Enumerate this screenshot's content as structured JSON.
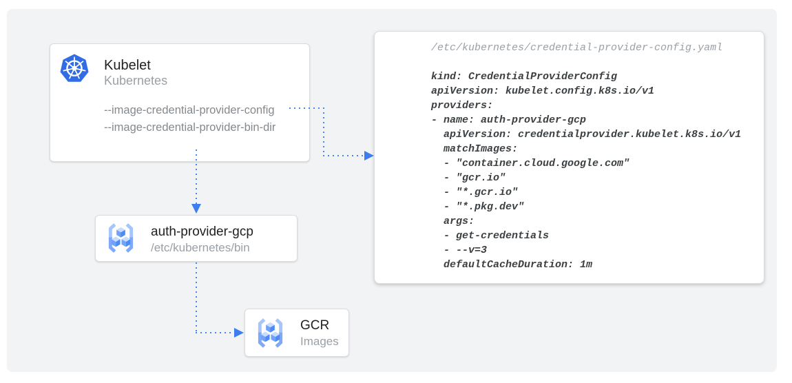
{
  "kubelet": {
    "title": "Kubelet",
    "subtitle": "Kubernetes",
    "flags": [
      "--image-credential-provider-config",
      "--image-credential-provider-bin-dir"
    ]
  },
  "auth_provider": {
    "title": "auth-provider-gcp",
    "subtitle": "/etc/kubernetes/bin"
  },
  "gcr": {
    "title": "GCR",
    "subtitle": "Images"
  },
  "config_file": {
    "path": "/etc/kubernetes/credential-provider-config.yaml",
    "yaml_lines": [
      "kind: CredentialProviderConfig",
      "apiVersion: kubelet.config.k8s.io/v1",
      "providers:",
      "- name: auth-provider-gcp",
      "  apiVersion: credentialprovider.kubelet.k8s.io/v1",
      "  matchImages:",
      "  - \"container.cloud.google.com\"",
      "  - \"gcr.io\"",
      "  - \"*.gcr.io\"",
      "  - \"*.pkg.dev\"",
      "  args:",
      "  - get-credentials",
      "  - --v=3",
      "  defaultCacheDuration: 1m"
    ]
  },
  "colors": {
    "arrow_blue": "#4285F4",
    "kubernetes_blue": "#326CE5",
    "panel_gray": "#F2F3F4",
    "text_dark": "#202124",
    "text_gray": "#9AA0A6"
  }
}
